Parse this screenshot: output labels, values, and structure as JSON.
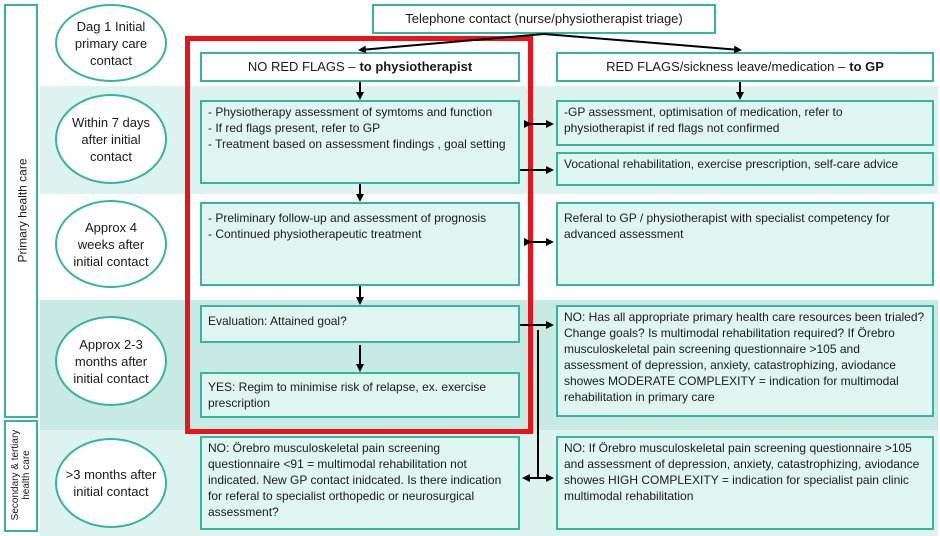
{
  "side_labels": {
    "primary": "Primary health care",
    "secondary": "Secondary & tertiary health care"
  },
  "timeline": [
    "Dag 1 Initial primary care contact",
    "Within 7 days after initial contact",
    "Approx 4 weeks after initial contact",
    "Approx 2-3 months after initial contact",
    ">3 months after initial contact"
  ],
  "top_box": "Telephone contact (nurse/physiotherapist  triage)",
  "no_red_flags": {
    "text": "NO RED FLAGS –",
    "bold": "to physiotherapist"
  },
  "red_flags": {
    "text": "RED FLAGS/sickness  leave/medication  –",
    "bold": "to GP"
  },
  "left_boxes": {
    "assessment": [
      "- Physiotherapy  assessment  of symtoms and function",
      "- If red flags present, refer to GP",
      "- Treatment based on assessment findings  , goal setting"
    ],
    "followup": [
      "- Preliminary follow-up  and assessment of prognosis",
      "- Continued  physiotherapeutic treatment"
    ],
    "evaluation": "Evaluation: Attained goal?",
    "yes": "YES: Regim to minimise risk of relapse, ex. exercise prescription",
    "no_secondary": "NO: Örebro musculoskeletal pain screening questionnaire <91 = multimodal rehabilitation not indicated. New GP contact inidcated.  Is there indication for referal to specialist orthopedic or neurosurgical assessment?"
  },
  "right_boxes": {
    "gp_assessment": "-GP assessment,  optimisation of medication, refer to physiotherapist  if red flags not confirmed",
    "vocational": "Vocational rehabilitation, exercise prescription, self-care advice",
    "referal": "Referal to GP / physiotherapist with specialist competency for advanced assessment",
    "no_primary": "NO: Has all appropriate primary health care resources  been trialed? Change goals? Is multimodal rehabilitation required? If Örebro musculoskeletal pain screening questionnaire >105 and assessment of depression,  anxiety, catastrophizing, aviodance showes  MODERATE COMPLEXITY = indication for multimodal rehabilitation in primary care",
    "no_specialist": "NO: If Örebro musculoskeletal pain screening questionnaire >105 and assessment of depression, anxiety, catastrophizing, aviodance showes  HIGH COMPLEXITY = indication for specialist pain clinic multimodal rehabilitation"
  },
  "colors": {
    "teal_border": "#35b59d",
    "box_fill": "#dff5f1",
    "highlight_red": "#e8141b"
  }
}
